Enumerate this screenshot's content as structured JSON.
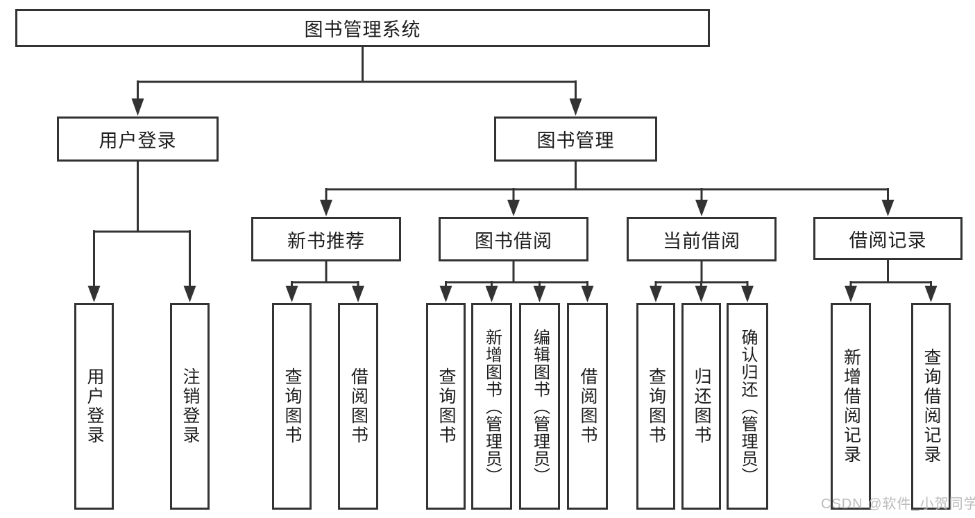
{
  "diagram_title": "图书管理系统",
  "colors": {
    "line": "#333333",
    "box_border": "#333333",
    "box_fill": "#ffffff",
    "text": "#1c1c1c",
    "watermark": "#b5b5b5",
    "background": "#ffffff"
  },
  "watermark": {
    "text": "CSDN @软件_小贺同学"
  },
  "nodes": {
    "root": {
      "label": "图书管理系统"
    },
    "user_login": {
      "label": "用户登录"
    },
    "book_mgmt": {
      "label": "图书管理"
    },
    "new_book_rec": {
      "label": "新书推荐"
    },
    "book_borrow": {
      "label": "图书借阅"
    },
    "current_borrow": {
      "label": "当前借阅"
    },
    "borrow_records": {
      "label": "借阅记录"
    },
    "leaves": [
      {
        "label": "用户登录"
      },
      {
        "label": "注销登录"
      },
      {
        "label": "查询图书"
      },
      {
        "label": "借阅图书"
      },
      {
        "label": "查询图书"
      },
      {
        "label": "新增图书（管理员）"
      },
      {
        "label": "编辑图书（管理员）"
      },
      {
        "label": "借阅图书"
      },
      {
        "label": "查询图书"
      },
      {
        "label": "归还图书"
      },
      {
        "label": "确认归还（管理员）"
      },
      {
        "label": "新增借阅记录"
      },
      {
        "label": "查询借阅记录"
      }
    ]
  }
}
